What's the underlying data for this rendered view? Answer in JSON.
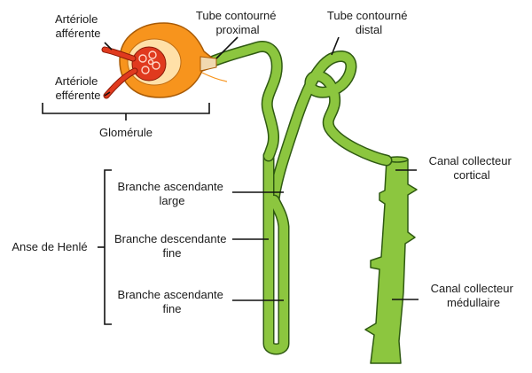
{
  "colors": {
    "tube": "#8cc63f",
    "tube_outline": "#2f5a12",
    "capsule": "#f7941d",
    "capsule_inner": "#ffe0a8",
    "vessel": "#e03a1e",
    "ink": "#111111"
  },
  "labels": {
    "arteriole_afferente": [
      "Artériole",
      "afférente"
    ],
    "arteriole_efferente": [
      "Artériole",
      "efférente"
    ],
    "glomerule": "Glomérule",
    "tube_proximal": [
      "Tube contourné",
      "proximal"
    ],
    "tube_distal": [
      "Tube contourné",
      "distal"
    ],
    "canal_cortical": [
      "Canal collecteur",
      "cortical"
    ],
    "canal_medullaire": [
      "Canal collecteur",
      "médullaire"
    ],
    "anse_henle": "Anse de Henlé",
    "branche_ascendante_large": [
      "Branche ascendante",
      "large"
    ],
    "branche_descendante_fine": [
      "Branche descendante",
      "fine"
    ],
    "branche_ascendante_fine": [
      "Branche ascendante",
      "fine"
    ]
  }
}
